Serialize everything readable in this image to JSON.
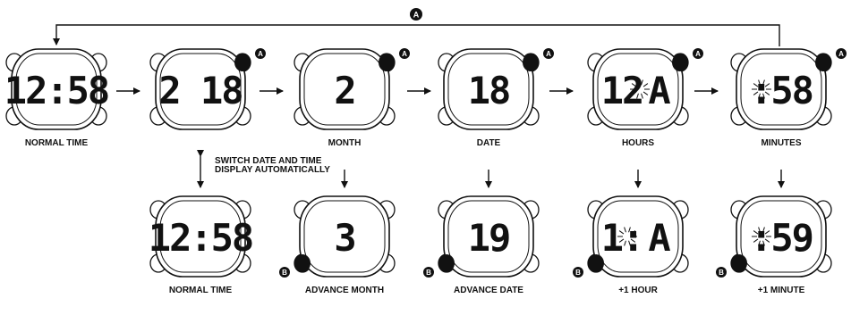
{
  "badges": {
    "a": "A",
    "b": "B"
  },
  "annotation": {
    "line1": "SWITCH DATE AND TIME",
    "line2": "DISPLAY AUTOMATICALLY"
  },
  "top_row": [
    {
      "id": "normal-time",
      "main": "12:58",
      "caption": "NORMAL TIME",
      "button": "none",
      "flash": "none"
    },
    {
      "id": "month-date",
      "main": "2 18",
      "caption": "",
      "button": "A",
      "flash": "none"
    },
    {
      "id": "month",
      "main": "2",
      "caption": "MONTH",
      "button": "A",
      "flash": "none"
    },
    {
      "id": "date",
      "main": "18",
      "caption": "DATE",
      "button": "A",
      "flash": "none"
    },
    {
      "id": "hours",
      "main": "12",
      "suffix": "A",
      "caption": "HOURS",
      "button": "A",
      "flash": "after-digits"
    },
    {
      "id": "minutes",
      "main": ":58",
      "caption": "MINUTES",
      "button": "A",
      "flash": "before-digits"
    }
  ],
  "bottom_row": [
    {
      "id": "normal-time-2",
      "main": "12:58",
      "caption": "NORMAL TIME",
      "button": "none",
      "flash": "none"
    },
    {
      "id": "advance-month",
      "main": "3",
      "caption": "ADVANCE MONTH",
      "button": "B",
      "flash": "none"
    },
    {
      "id": "advance-date",
      "main": "19",
      "caption": "ADVANCE DATE",
      "button": "B",
      "flash": "none"
    },
    {
      "id": "plus-hour",
      "main": "1:",
      "suffix": "A",
      "caption": "+1 HOUR",
      "button": "B",
      "flash": "around-digits"
    },
    {
      "id": "plus-minute",
      "main": ":59",
      "caption": "+1 MINUTE",
      "button": "B",
      "flash": "before-digits"
    }
  ]
}
